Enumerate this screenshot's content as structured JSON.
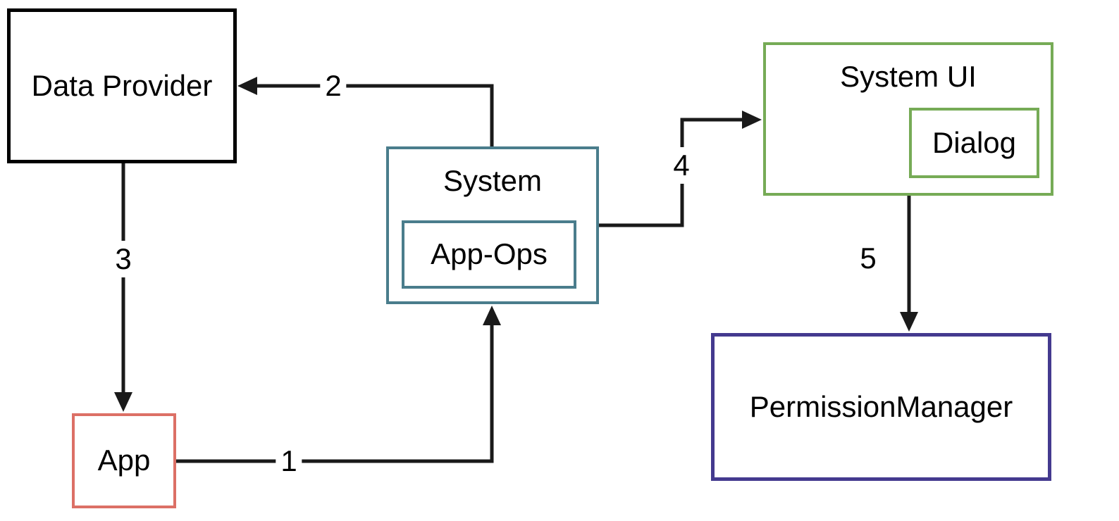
{
  "diagram": {
    "arrow_color": "#1a1a1a",
    "nodes": {
      "dataProvider": {
        "label": "Data Provider",
        "border_color": "#000000"
      },
      "app": {
        "label": "App",
        "border_color": "#dc7066"
      },
      "system": {
        "label": "System",
        "border_color": "#4a7d8c"
      },
      "appOps": {
        "label": "App-Ops",
        "border_color": "#4a7d8c"
      },
      "systemUi": {
        "label": "System UI",
        "border_color": "#76ab56"
      },
      "dialog": {
        "label": "Dialog",
        "border_color": "#76ab56"
      },
      "permissionManager": {
        "label": "PermissionManager",
        "border_color": "#443a8f"
      }
    },
    "edges": [
      {
        "label": "1",
        "from": "App",
        "to": "System"
      },
      {
        "label": "2",
        "from": "System",
        "to": "Data Provider"
      },
      {
        "label": "3",
        "from": "Data Provider",
        "to": "App"
      },
      {
        "label": "4",
        "from": "System",
        "to": "System UI"
      },
      {
        "label": "5",
        "from": "System UI",
        "to": "PermissionManager"
      }
    ]
  }
}
